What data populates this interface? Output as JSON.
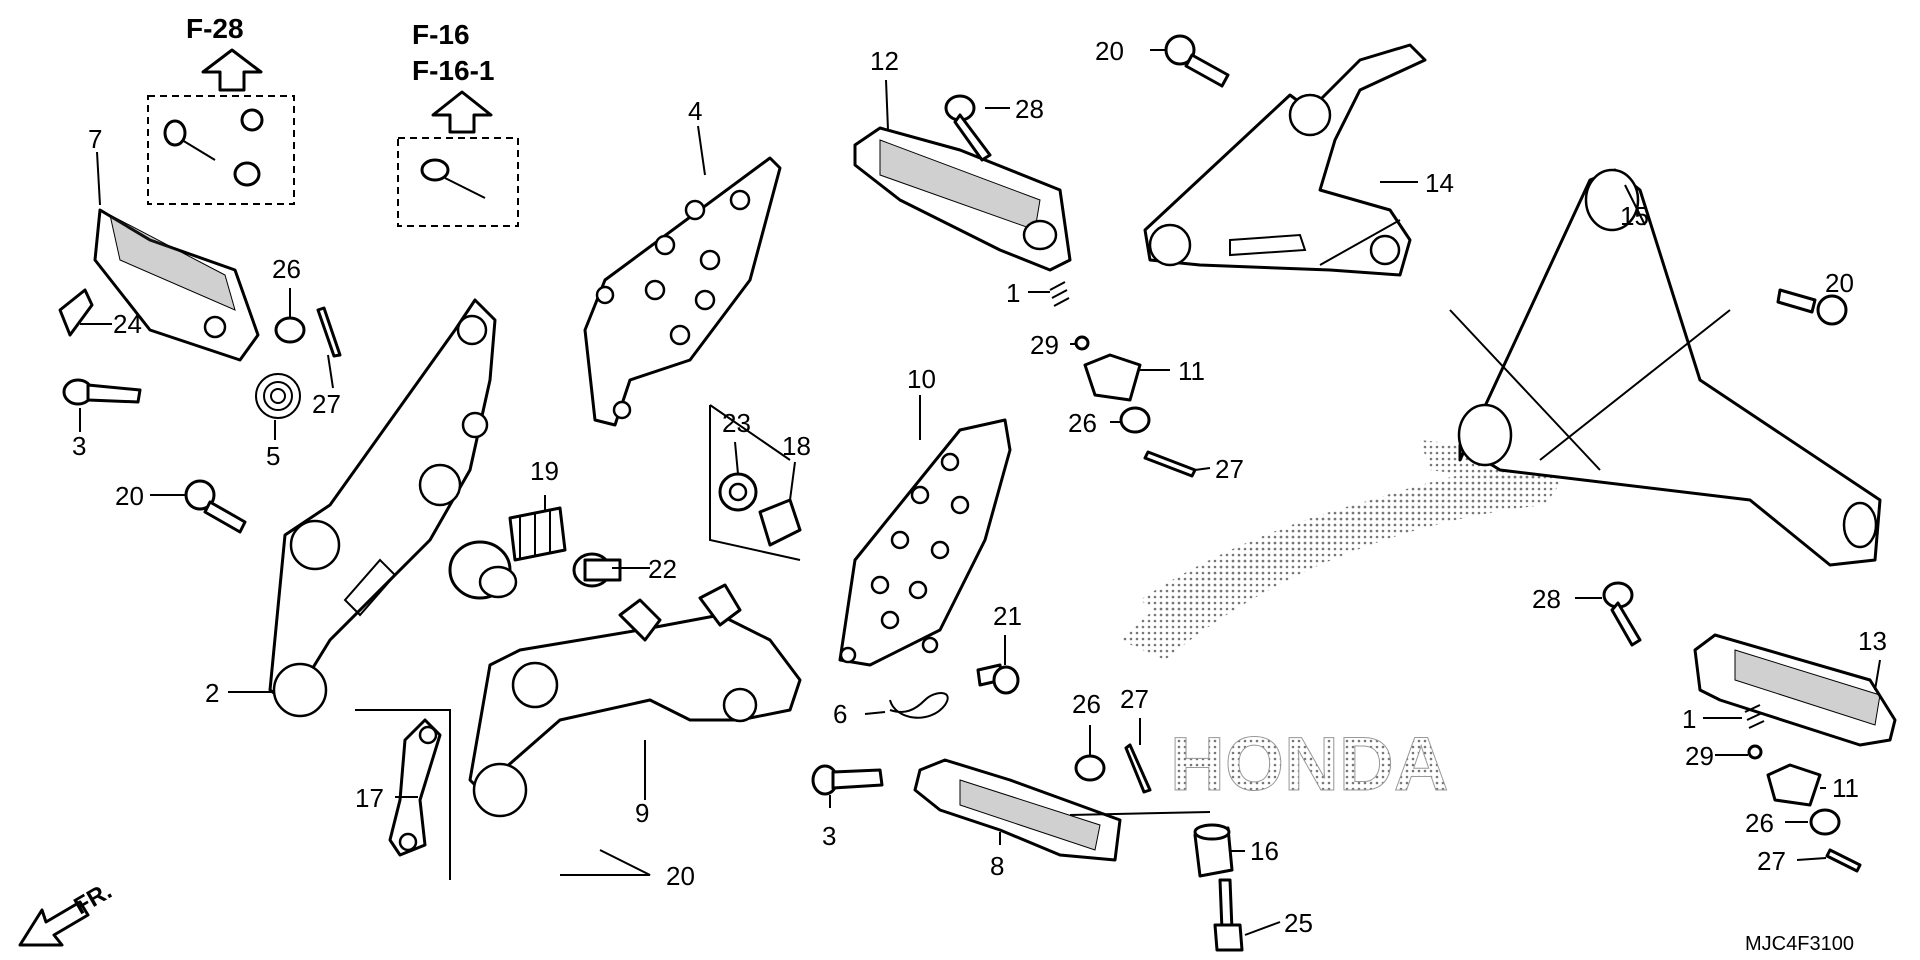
{
  "diagram": {
    "references": {
      "f28": "F-28",
      "f16": "F-16",
      "f16_1": "F-16-1"
    },
    "front_marker": "FR.",
    "diagram_code": "MJC4F3100",
    "brand_watermark": "HONDA",
    "callouts": {
      "c7": "7",
      "c24": "24",
      "c3a": "3",
      "c26a": "26",
      "c27a": "27",
      "c5": "5",
      "c20a": "20",
      "c2": "2",
      "c17": "17",
      "c4": "4",
      "c19": "19",
      "c23": "23",
      "c18": "18",
      "c22": "22",
      "c9": "9",
      "c20b": "20",
      "c10": "10",
      "c21": "21",
      "c6": "6",
      "c3b": "3",
      "c8": "8",
      "c26b": "26",
      "c27b": "27",
      "c16": "16",
      "c25": "25",
      "c12": "12",
      "c28a": "28",
      "c1a": "1",
      "c29a": "29",
      "c11a": "11",
      "c26c": "26",
      "c27c": "27",
      "c20c": "20",
      "c14": "14",
      "c15": "15",
      "c20d": "20",
      "c28b": "28",
      "c13": "13",
      "c1b": "1",
      "c29b": "29",
      "c11b": "11",
      "c26d": "26",
      "c27d": "27"
    }
  }
}
